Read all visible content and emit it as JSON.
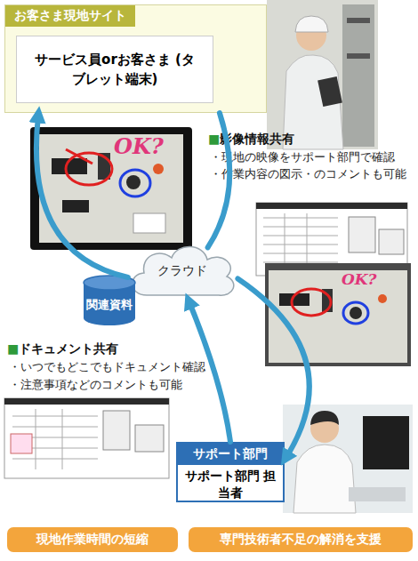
{
  "diagram": {
    "nodes": [
      {
        "text": [
          "お客さま現地サイト",
          "サービス員orお客さま (タブレット端末)"
        ]
      },
      {
        "text": [
          "クラウド"
        ]
      },
      {
        "text": [
          "関連資料"
        ]
      },
      {
        "text": [
          "サポート部門",
          "サポート部門 担当者"
        ]
      },
      {
        "text": [
          "現地作業時間の短縮"
        ]
      },
      {
        "text": [
          "専門技術者不足の解消を支援"
        ]
      }
    ],
    "edges": [
      {
        "from": 1,
        "to": 0,
        "arrow": "to"
      },
      {
        "from": 0,
        "to": 1,
        "arrow": "none"
      },
      {
        "from": 3,
        "to": 1,
        "arrow": "to"
      },
      {
        "from": 1,
        "to": 3,
        "arrow": "to"
      }
    ],
    "labels": [
      "■影像情報共有",
      "・現地の映像をサポート部門で確認",
      "・作業内容の図示・のコメントも可能",
      "■ドキュメント共有",
      "・いつでもどこでもドキュメント確認",
      "・注意事項などのコメントも可能",
      "OK?",
      "OK?"
    ]
  }
}
